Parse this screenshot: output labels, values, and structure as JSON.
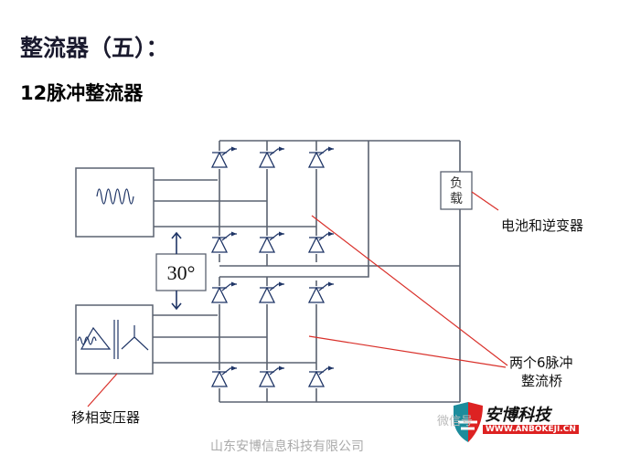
{
  "slide": {
    "title": "整流器（五）：",
    "subtitle": "12脉冲整流器"
  },
  "diagram": {
    "phase_shift_label": "30°",
    "load_label_line1": "负",
    "load_label_line2": "载",
    "callout_battery_inverter": "电池和逆变器",
    "callout_bridges_line1": "两个6脉冲",
    "callout_bridges_line2": "整流桥",
    "callout_transformer": "移相变压器"
  },
  "footer": {
    "company": "山东安博信息科技有限公司"
  },
  "logo": {
    "name": "安博科技",
    "url": "WWW.ANBOKEJI.CN",
    "wechat": "微信号"
  },
  "colors": {
    "wire": "#5a6270",
    "device": "#1f3566",
    "callout": "#d9302a"
  }
}
